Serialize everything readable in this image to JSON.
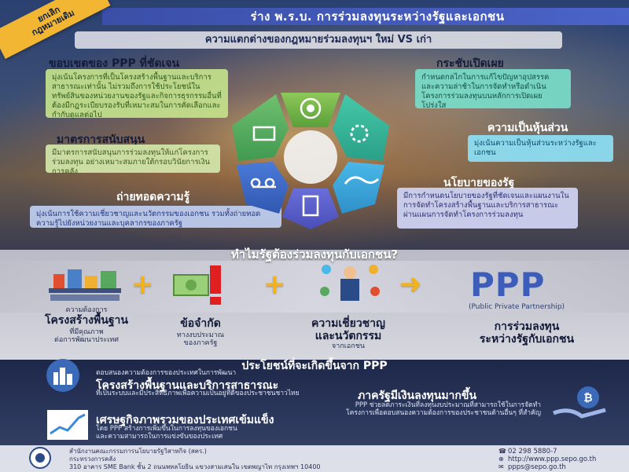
{
  "ribbon": {
    "line1": "ยกเลิก",
    "line2": "กฎหมายเดิม"
  },
  "header": {
    "title": "ร่าง พ.ร.บ. การร่วมลงทุนระหว่างรัฐและเอกชน"
  },
  "subheader": {
    "title": "ความแตกต่างของกฎหมายร่วมลงทุนฯ ใหม่ VS เก่า"
  },
  "sections": {
    "scope": {
      "title": "ขอบเขตของ PPP ที่ชัดเจน",
      "text": "มุ่งเน้นโครงการที่เป็นโครงสร้างพื้นฐานและบริการสาธารณะเท่านั้น ไม่รวมถึงการใช้ประโยชน์ในทรัพย์สินของหน่วยงานของรัฐและกิจการธุรกรรมอื่นที่ต้องมีกฎระเบียบรองรับที่เหมาะสมในการคัดเลือกและกำกับดูแลต่อไป"
    },
    "streamline": {
      "title": "กระชับเปิดเผย",
      "text": "กำหนดกลไกในการแก้ไขปัญหาอุปสรรค และความล่าช้าในการจัดทำหรือดำเนินโครงการร่วมลงทุนบนหลักการเปิดเผยโปร่งใส"
    },
    "partnership": {
      "title": "ความเป็นหุ้นส่วน",
      "text": "มุ่งเน้นความเป็นหุ้นส่วนระหว่างรัฐและเอกชน"
    },
    "support": {
      "title": "มาตรการสนับสนุน",
      "text": "มีมาตรการสนับสนุนการร่วมลงทุนให้แก่โครงการร่วมลงทุน อย่างเหมาะสมภายใต้กรอบวินัยการเงินการคลัง"
    },
    "policy": {
      "title": "นโยบายของรัฐ",
      "text": "มีการกำหนดนโยบายของรัฐที่ชัดเจนและแผนงานในการจัดทำโครงสร้างพื้นฐานและบริการสาธารณะผ่านแผนการจัดทำโครงการร่วมลงทุน"
    },
    "knowledge": {
      "title": "ถ่ายทอดความรู้",
      "text": "มุ่งเน้นการใช้ความเชี่ยวชาญและนวัตกรรมของเอกชน รวมทั้งถ่ายทอดความรู้ไปยังหน่วยงานและบุคลากรของภาครัฐ"
    }
  },
  "why": {
    "title": "ทำไมรัฐต้องร่วมลงทุนกับเอกชน?",
    "item1_small": "ความต้องการ",
    "item1_big": "โครงสร้างพื้นฐาน",
    "item1_sub1": "ที่มีคุณภาพ",
    "item1_sub2": "ต่อการพัฒนาประเทศ",
    "item2_big": "ข้อจำกัด",
    "item2_sub1": "ทางงบประมาณ",
    "item2_sub2": "ของภาครัฐ",
    "item3_big1": "ความเชี่ยวชาญ",
    "item3_big2": "และนวัตกรรม",
    "item3_sub": "จากเอกชน",
    "ppp": "PPP",
    "ppp_full": "(Public Private Partnership)",
    "result1": "การร่วมลงทุน",
    "result2": "ระหว่างรัฐกับเอกชน"
  },
  "benefits": {
    "title": "ประโยชน์ที่จะเกิดขึ้นจาก PPP",
    "b1_pre": "ตอบสนองความต้องการของประเทศในการพัฒนา",
    "b1_main": "โครงสร้างพื้นฐานและบริการสาธารณะ",
    "b1_post": "ที่เป็นระบบและมีประสิทธิภาพเพื่อความเป็นอยู่ที่ดีของประชาชนชาวไทย",
    "b2_main": "ภาครัฐมีเงินลงทุนมากขึ้น",
    "b2_l1": "PPP ช่วยลดภาระเงินที่ลงทุนงบประมาณที่สามารถใช้ในการจัดทำ",
    "b2_l2": "โครงการเพื่อตอบสนองความต้องการของประชาชนด้านอื่นๆ ที่สำคัญ",
    "b3_main": "เศรษฐกิจภาพรวมของประเทศเข้มแข็ง",
    "b3_l1": "โดย PPP สร้างการเพิ่มขึ้นในการลงทุนของเอกชน",
    "b3_l2": "และความสามารถในการแข่งขันของประเทศ"
  },
  "footer": {
    "org1": "สำนักงานคณะกรรมการนโยบายรัฐวิสาหกิจ (สคร.)",
    "org2": "กระทรวงการคลัง",
    "address": "310 อาคาร SME Bank ชั้น 2 ถนนพหลโยธิน แขวงสามเสนใน เขตพญาไท กรุงเทพฯ 10400",
    "phone": "02 298 5880-7",
    "web": "http://www.ppp.sepo.go.th",
    "email": "ppps@sepo.go.th"
  },
  "colors": {
    "header": "#4b63c8",
    "ribbon": "#f2b632",
    "ppp": "#3d5dbb",
    "plus": "#f5b21a"
  }
}
